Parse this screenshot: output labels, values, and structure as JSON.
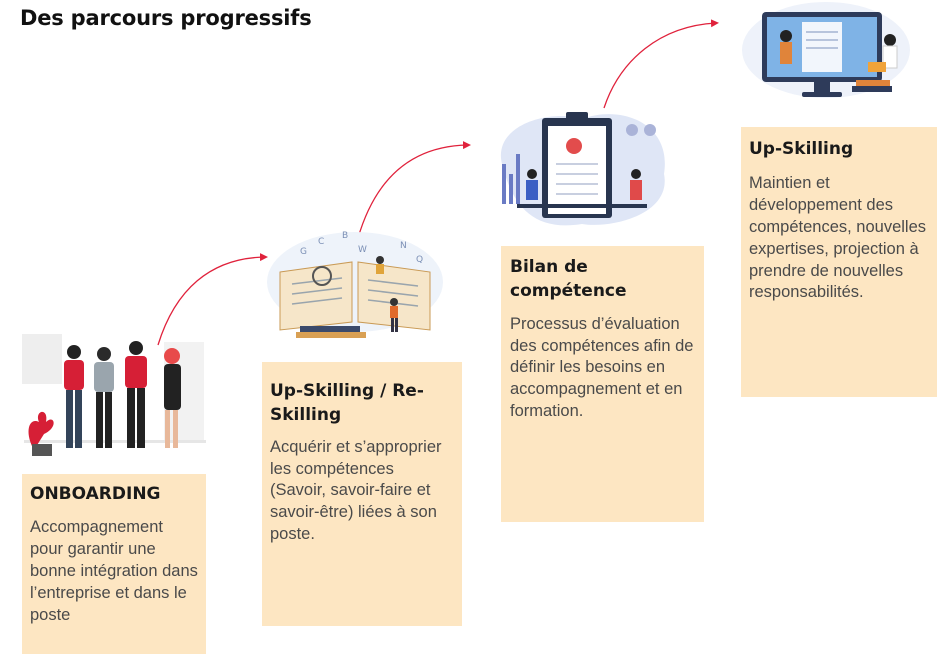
{
  "title": "Des parcours progressifs",
  "colors": {
    "card": "#fde6c2",
    "arrow": "#e0223c"
  },
  "steps": [
    {
      "heading": "ONBOARDING",
      "text": "Accompagnement pour garantir une bonne intégration dans l’entreprise et dans le poste",
      "illustration": "team-welcome-illustration"
    },
    {
      "heading": "Up-Skilling / Re-Skilling",
      "text": "Acquérir et s’approprier les compétences (Savoir, savoir-faire et savoir-être) liées à son poste.",
      "illustration": "book-learning-illustration"
    },
    {
      "heading": "Bilan de compétence",
      "text": "Processus d’évaluation des compétences afin de définir les besoins en accompagnement et en formation.",
      "illustration": "skills-assessment-illustration"
    },
    {
      "heading": "Up-Skilling",
      "text": "Maintien et développement des compétences, nouvelles expertises, projection à prendre de nouvelles responsabilités.",
      "illustration": "online-training-illustration"
    }
  ]
}
